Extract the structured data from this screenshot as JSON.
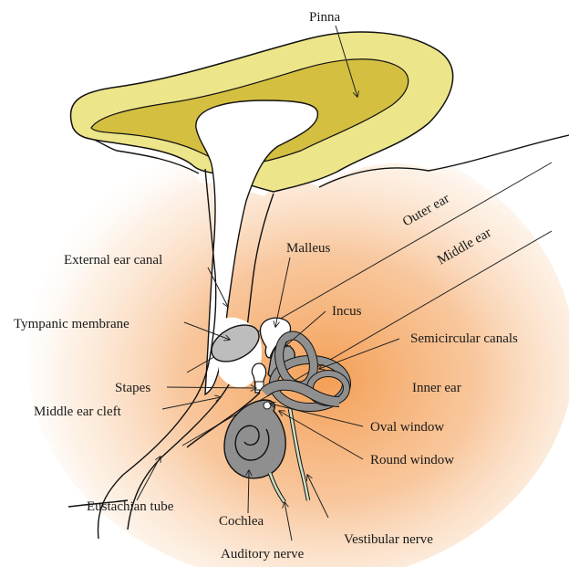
{
  "labels": {
    "pinna": "Pinna",
    "outer_ear": "Outer ear",
    "middle_ear": "Middle ear",
    "malleus": "Malleus",
    "external_ear_canal": "External ear canal",
    "incus": "Incus",
    "tympanic_membrane": "Tympanic membrane",
    "semicircular_canals": "Semicircular canals",
    "stapes": "Stapes",
    "inner_ear": "Inner ear",
    "middle_ear_cleft": "Middle ear cleft",
    "oval_window": "Oval window",
    "round_window": "Round window",
    "eustachian_tube": "Eustachian tube",
    "cochlea": "Cochlea",
    "vestibular_nerve": "Vestibular nerve",
    "auditory_nerve": "Auditory nerve"
  },
  "colors": {
    "pinna_fill": "#e8e27a",
    "pinna_inner": "#d4c043",
    "tissue_glow": "#f4a35a",
    "bone_gray": "#8c8c8c",
    "nerve_green": "#cfe0c4"
  }
}
